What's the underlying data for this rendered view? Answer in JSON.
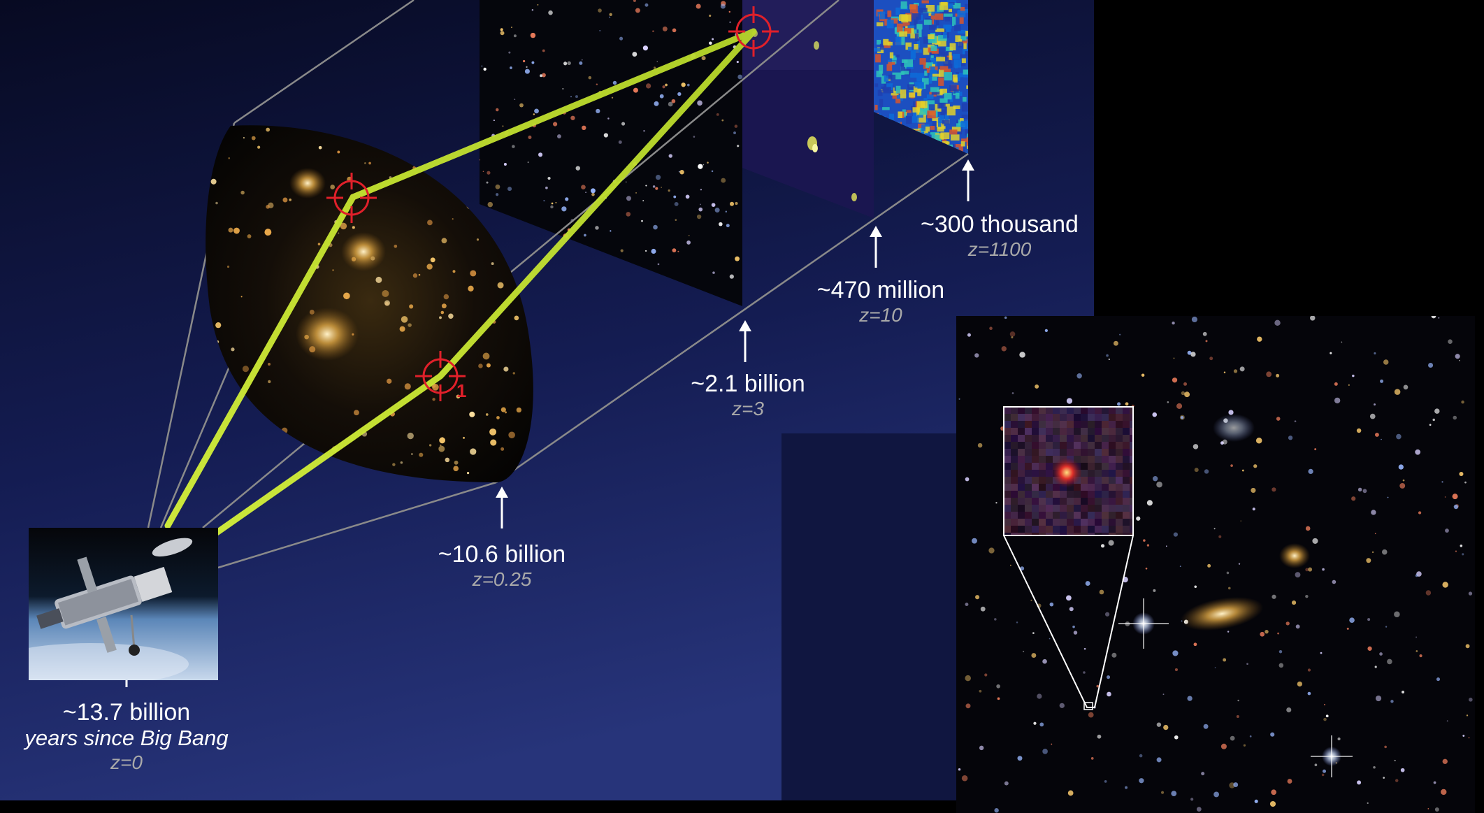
{
  "colors": {
    "background_top": "#0b0f2e",
    "background_bottom": "#1e2a6e",
    "light_path": "#c8e62a",
    "target_marker": "#e0202a",
    "frame_lines": "#8a8a8a",
    "label_text": "#ffffff",
    "redshift_text": "#a9a9a9",
    "cmb_colors": [
      "#0d6bd8",
      "#2ec3b8",
      "#e2d12a",
      "#d9552a",
      "#1e3fb0"
    ]
  },
  "icons": {
    "telescope": "hubble-telescope-image",
    "marker": "crosshair-target-icon",
    "arrow": "up-arrow-icon"
  },
  "epochs": [
    {
      "id": "now",
      "age": "~13.7 billion",
      "since": "years since Big Bang",
      "z": "z=0"
    },
    {
      "id": "cluster",
      "age": "~10.6 billion",
      "z": "z=0.25"
    },
    {
      "id": "deep-field",
      "age": "~2.1 billion",
      "z": "z=3"
    },
    {
      "id": "early-galaxies",
      "age": "~470 million",
      "z": "z=10"
    },
    {
      "id": "cmb",
      "age": "~300 thousand",
      "z": "z=1100"
    }
  ],
  "lensed_image_label": "1"
}
